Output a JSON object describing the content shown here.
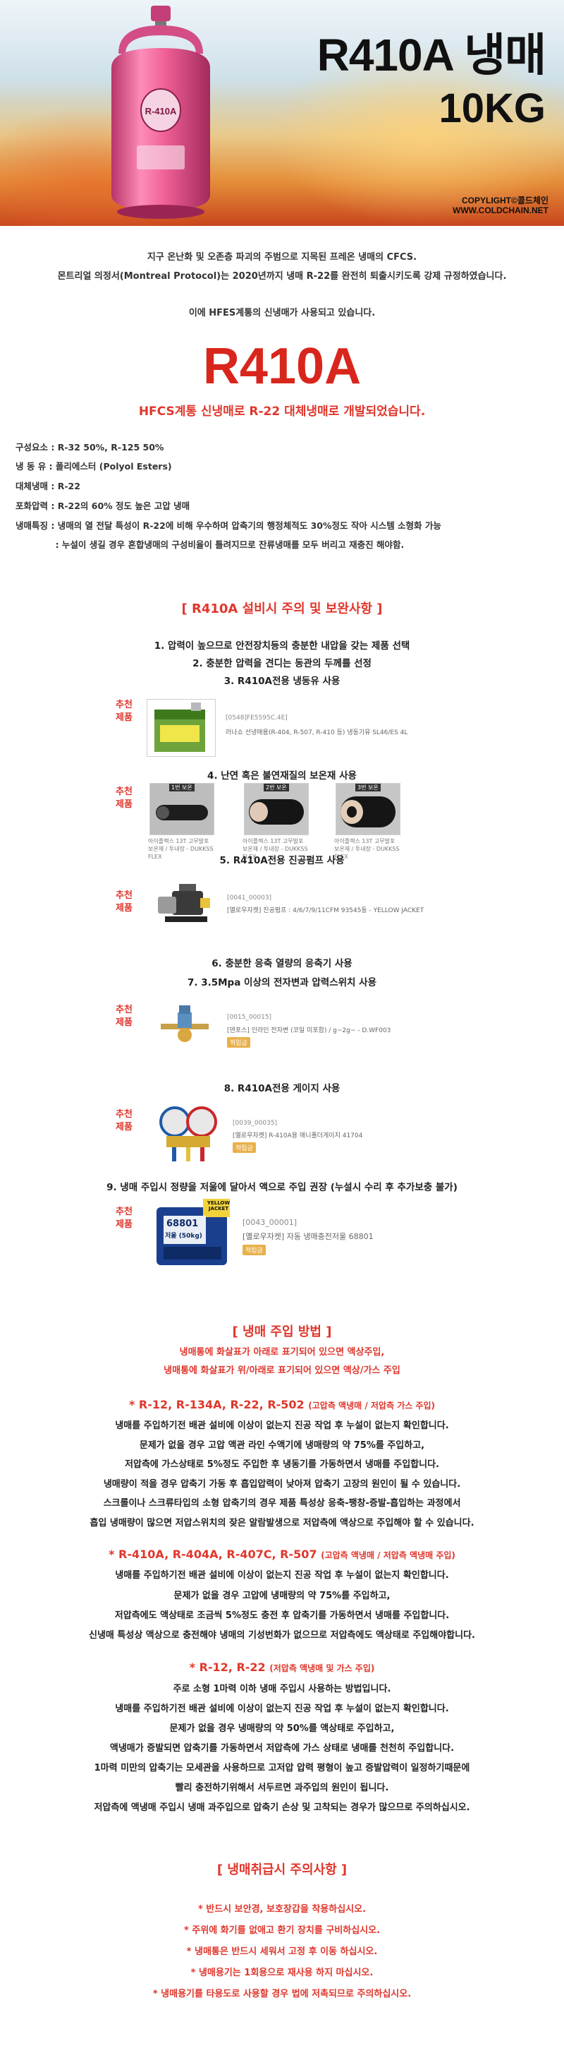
{
  "banner": {
    "title_line1": "R410A 냉매",
    "title_line2": "10KG",
    "copyright": "COPYLIGHT©콜드체인",
    "website": "WWW.COLDCHAIN.NET",
    "cylinder_label": "R-410A",
    "cylinder_color": "#ee5f95"
  },
  "intro": {
    "line1": "지구 온난화 및 오존층 파괴의 주범으로 지목된 프레온 냉매의 CFCS.",
    "line2": "몬트리얼 의정서(Montreal Protocol)는 2020년까지 냉매 R-22를 완전히 퇴출시키도록 강제 규정하였습니다.",
    "line3": "이에 HFES계통의 신냉매가 사용되고 있습니다."
  },
  "headline": {
    "title": "R410A",
    "subtitle": "HFCS계통 신냉매로 R-22 대체냉매로 개발되었습니다."
  },
  "specs": [
    "구성요소 : R-32 50%, R-125 50%",
    "냉  동  유 : 폴리에스터 (Polyol Esters)",
    "대체냉매 : R-22",
    "포화압력 : R-22의 60% 정도 높은 고압 냉매",
    "냉매특징 : 냉매의 열 전달 특성이 R-22에 비해 우수하며 압축기의 행정체적도 30%정도 작아 시스템 소형화 가능",
    "             : 누설이 생길 경우 혼합냉매의 구성비율이 틀려지므로 잔류냉매를 모두 버리고 재충진 해야함."
  ],
  "install": {
    "title": "[  R410A 설비시 주의 및 보완사항  ]",
    "items": [
      "1. 압력이 높으므로 안전장치등의 충분한 내압을 갖는 제품 선택",
      "2. 충분한 압력을 견디는 동관의 두께를 선정",
      "3. R410A전용 냉동유 사용",
      "4. 난연 혹은 불연재질의 보온재 사용",
      "5. R410A전용 진공펌프 사용",
      "6. 충분한 응축 열량의 응축기 사용",
      "7. 3.5Mpa 이상의 전자변과 압력스위치 사용",
      "8. R410A전용 게이지 사용",
      "9. 냉매 주입시 정량을 저울에 달아서 액으로 주입 권장 (누설시 수리 후 추가보충 불가)"
    ],
    "recommend_label_1": "추천",
    "recommend_label_2": "제품",
    "products": {
      "oil": {
        "code": "[0548]FE5595C.4E]",
        "desc": "러나쇼 선냉매용(R-404, R-507, R-410 등) 냉동기유 SL46/ES 4L"
      },
      "insulation": [
        {
          "tag": "1번 보온",
          "caption": "아이플렉스 13T 고무발포 보온재 / 투내장 - DUKKSS FLEX"
        },
        {
          "tag": "2번 보온",
          "caption": "아이플렉스 13T 고무발포 보온재 / 투내장 - DUKKSS FLEX"
        },
        {
          "tag": "3번 보온",
          "caption": "아이플렉스 13T 고무발포 보온재 / 투내장 - DUKKSS FLEX"
        }
      ],
      "pump": {
        "code": "[0041_00003]",
        "desc": "[옐로우자켓] 진공펌프 : 4/6/7/9/11CFM 93545동 - YELLOW JACKET"
      },
      "valve": {
        "code": "[0015_00015]",
        "desc": "[덴포스] 인라인 전자변 (코일 미포함) / g~2g~ - D.WF003",
        "badge": "적립금"
      },
      "gauge": {
        "code": "[0039_00035]",
        "desc": "[옐로우자켓] R-410A용 매니폴더게이지 41704",
        "badge": "적립금"
      },
      "scale": {
        "code": "[0043_00001]",
        "desc": "[옐로우자켓] 자동 냉매충전저울 68801",
        "badge": "적립금",
        "device_label": "68801",
        "device_sub": "저울 (50kg)",
        "device_brand": "YELLOW JACKET"
      }
    }
  },
  "method": {
    "title": "[  냉매 주입 방법  ]",
    "note1": "냉매통에 화살표가 아래로 표기되어 있으면 액상주입,",
    "note2": "냉매통에 화살표가 위/아래로 표기되어 있으면 액상/가스 주입",
    "groups": [
      {
        "head": "* R-12, R-134A, R-22, R-502",
        "head_sub": "(고압측 액냉매 / 저압측 가스 주입)",
        "lines": [
          "냉매를 주입하기전 배관 설비에 이상이 없는지 진공 작업 후 누설이 없는지 확인합니다.",
          "문제가 없을 경우 고압 액관 라인 수액기에 냉매량의 약 75%를 주입하고,",
          "저압측에 가스상태로 5%정도 주입한 후 냉동기를 가동하면서 냉매를 주입합니다.",
          "냉매량이 적을 경우 압축기 가동 후 흡입압력이 낮아져 압축기 고장의 원인이 될 수 있습니다.",
          "스크롤이나 스크류타입의 소형 압축기의 경우 제품 특성상 응축-팽창-증발-흡입하는 과정에서",
          "흡입 냉매량이 많으면 저압스위치의 잦은 알람발생으로 저압측에 액상으로 주입해야 할 수 있습니다."
        ]
      },
      {
        "head": "* R-410A, R-404A, R-407C, R-507",
        "head_sub": "(고압측 액냉매 / 저압측 액냉매 주입)",
        "lines": [
          "냉매를 주입하기전 배관 설비에 이상이 없는지 진공 작업 후 누설이 없는지 확인합니다.",
          "문제가 없을 경우 고압에 냉매량의 약 75%를 주입하고,",
          "저압측에도 액상태로 조금씩 5%정도 충전 후 압축기를 가동하면서 냉매를 주입합니다.",
          "신냉매 특성상 액상으로 충전해야 냉매의 기성번화가 없으므로 저압측에도 액상태로 주입해야합니다."
        ]
      },
      {
        "head": "* R-12, R-22",
        "head_sub": "(저압측 액냉매 및 가스 주입)",
        "lines": [
          "주로 소형 1마력 이하 냉매 주입시 사용하는 방법입니다.",
          "냉매를 주입하기전 배관 설비에 이상이 없는지 진공 작업 후 누설이 없는지 확인합니다.",
          "문제가 없을 경우 냉매량의 약 50%를 액상태로 주입하고,",
          "액냉매가 증발되면 압축기를 가동하면서 저압측에 가스 상태로 냉매를 천천히 주입합니다.",
          "1마력 미만의 압축기는 모세관을 사용하므로 고저압 압력 평형이 높고 증발압력이 일정하기때문에",
          "빨리 충전하기위해서 서두르면 과주입의 원인이 됩니다.",
          "저압측에 액냉매 주입시 냉매 과주입으로 압축기 손상 및 고착되는 경우가 많으므로 주의하십시오."
        ]
      }
    ]
  },
  "caution": {
    "title": "[  냉매취급시 주의사항  ]",
    "lines": [
      "* 반드시 보안경, 보호장갑을 착용하십시오.",
      "* 주위에 화기를 없애고 환기 장치를 구비하십시오.",
      "* 냉매통은 반드시 세워서 고정 후 이동 하십시오.",
      "* 냉매용기는 1회용으로 재사용 하지 마십시오.",
      "* 냉매용기를 타용도로 사용할 경우 법에 저촉되므로 주의하십시오."
    ]
  },
  "colors": {
    "accent_red": "#e0362c",
    "headline_red": "#d9261c",
    "badge": "#e9b04a"
  }
}
